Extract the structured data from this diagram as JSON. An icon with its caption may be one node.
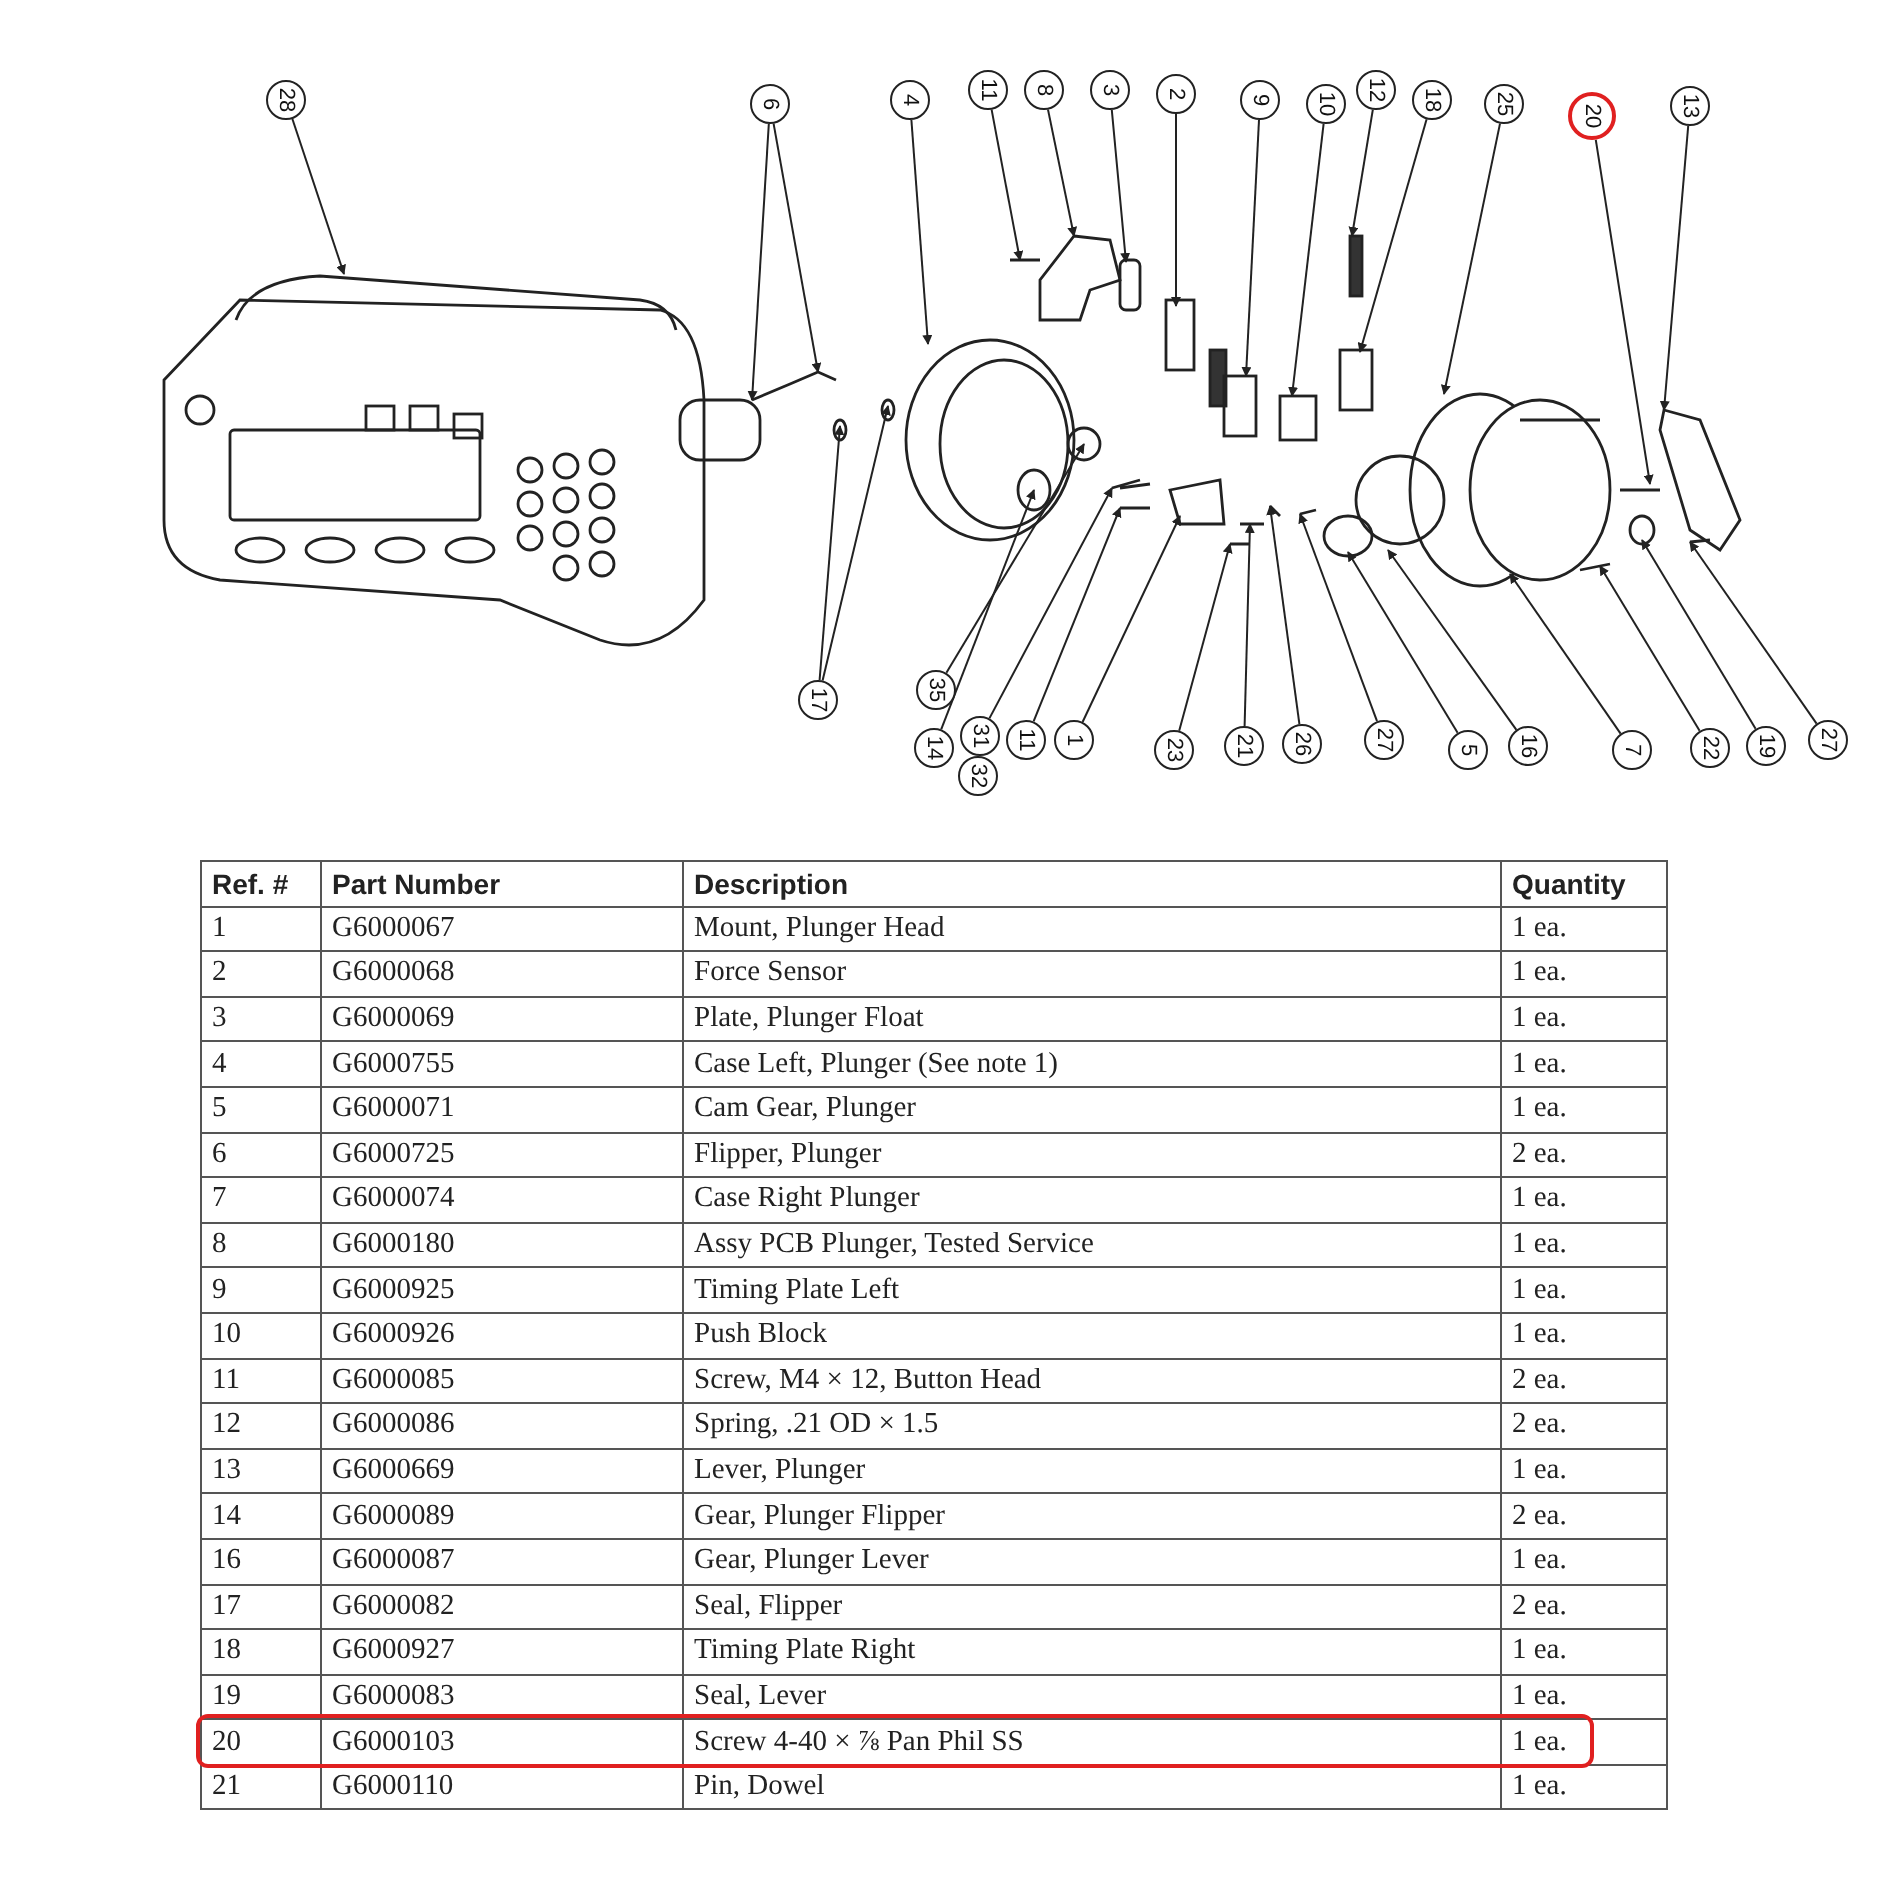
{
  "diagram": {
    "nodes": [
      {
        "text": [
          "28"
        ]
      },
      {
        "text": [
          "6"
        ]
      },
      {
        "text": [
          "4"
        ]
      },
      {
        "text": [
          "11"
        ]
      },
      {
        "text": [
          "8"
        ]
      },
      {
        "text": [
          "3"
        ]
      },
      {
        "text": [
          "2"
        ]
      },
      {
        "text": [
          "9"
        ]
      },
      {
        "text": [
          "10"
        ]
      },
      {
        "text": [
          "12"
        ]
      },
      {
        "text": [
          "18"
        ]
      },
      {
        "text": [
          "25"
        ]
      },
      {
        "text": [
          "20"
        ]
      },
      {
        "text": [
          "13"
        ]
      },
      {
        "text": [
          "17"
        ]
      },
      {
        "text": [
          "35"
        ]
      },
      {
        "text": [
          "14"
        ]
      },
      {
        "text": [
          "31"
        ]
      },
      {
        "text": [
          "32"
        ]
      },
      {
        "text": [
          "11"
        ]
      },
      {
        "text": [
          "1"
        ]
      },
      {
        "text": [
          "23"
        ]
      },
      {
        "text": [
          "21"
        ]
      },
      {
        "text": [
          "26"
        ]
      },
      {
        "text": [
          "27"
        ]
      },
      {
        "text": [
          "5"
        ]
      },
      {
        "text": [
          "16"
        ]
      },
      {
        "text": [
          "7"
        ]
      },
      {
        "text": [
          "22"
        ]
      },
      {
        "text": [
          "19"
        ]
      },
      {
        "text": [
          "27"
        ]
      }
    ],
    "edges": [
      {
        "from": 0,
        "to": null,
        "arrow": "to"
      },
      {
        "from": 1,
        "to": null,
        "arrow": "to"
      },
      {
        "from": 1,
        "to": null,
        "arrow": "to"
      },
      {
        "from": 2,
        "to": null,
        "arrow": "to"
      },
      {
        "from": 3,
        "to": null,
        "arrow": "to"
      },
      {
        "from": 4,
        "to": null,
        "arrow": "to"
      },
      {
        "from": 5,
        "to": null,
        "arrow": "to"
      },
      {
        "from": 6,
        "to": null,
        "arrow": "to"
      },
      {
        "from": 7,
        "to": null,
        "arrow": "to"
      },
      {
        "from": 8,
        "to": null,
        "arrow": "to"
      },
      {
        "from": 9,
        "to": null,
        "arrow": "to"
      },
      {
        "from": 10,
        "to": null,
        "arrow": "to"
      },
      {
        "from": 11,
        "to": null,
        "arrow": "to"
      },
      {
        "from": 12,
        "to": null,
        "arrow": "to"
      },
      {
        "from": 13,
        "to": null,
        "arrow": "to"
      },
      {
        "from": 14,
        "to": null,
        "arrow": "to"
      },
      {
        "from": 14,
        "to": null,
        "arrow": "to"
      },
      {
        "from": 15,
        "to": null,
        "arrow": "to"
      },
      {
        "from": 16,
        "to": null,
        "arrow": "to"
      },
      {
        "from": 17,
        "to": null,
        "arrow": "to"
      },
      {
        "from": 19,
        "to": null,
        "arrow": "to"
      },
      {
        "from": 20,
        "to": null,
        "arrow": "to"
      },
      {
        "from": 21,
        "to": null,
        "arrow": "to"
      },
      {
        "from": 22,
        "to": null,
        "arrow": "to"
      },
      {
        "from": 23,
        "to": null,
        "arrow": "to"
      },
      {
        "from": 24,
        "to": null,
        "arrow": "to"
      },
      {
        "from": 25,
        "to": null,
        "arrow": "to"
      },
      {
        "from": 26,
        "to": null,
        "arrow": "to"
      },
      {
        "from": 27,
        "to": null,
        "arrow": "to"
      },
      {
        "from": 28,
        "to": null,
        "arrow": "to"
      },
      {
        "from": 29,
        "to": null,
        "arrow": "to"
      },
      {
        "from": 30,
        "to": null,
        "arrow": "to"
      }
    ],
    "labels": [
      "Ref. #",
      "Part Number",
      "Description",
      "Quantity",
      "1",
      "G6000067",
      "Mount, Plunger Head",
      "1 ea.",
      "2",
      "G6000068",
      "Force Sensor",
      "1 ea.",
      "3",
      "G6000069",
      "Plate, Plunger Float",
      "1 ea.",
      "4",
      "G6000755",
      "Case Left, Plunger (See note 1)",
      "1 ea.",
      "5",
      "G6000071",
      "Cam Gear, Plunger",
      "1 ea.",
      "6",
      "G6000725",
      "Flipper, Plunger",
      "2 ea.",
      "7",
      "G6000074",
      "Case Right Plunger",
      "1 ea.",
      "8",
      "G6000180",
      "Assy PCB Plunger, Tested Service",
      "1 ea.",
      "9",
      "G6000925",
      "Timing Plate Left",
      "1 ea.",
      "10",
      "G6000926",
      "Push Block",
      "1 ea.",
      "11",
      "G6000085",
      "Screw, M4 × 12, Button Head",
      "2 ea.",
      "12",
      "G6000086",
      "Spring, .21 OD × 1.5",
      "2 ea.",
      "13",
      "G6000669",
      "Lever, Plunger",
      "1 ea.",
      "14",
      "G6000089",
      "Gear, Plunger Flipper",
      "2 ea.",
      "16",
      "G6000087",
      "Gear, Plunger Lever",
      "1 ea.",
      "17",
      "G6000082",
      "Seal, Flipper",
      "2 ea.",
      "18",
      "G6000927",
      "Timing Plate Right",
      "1 ea.",
      "19",
      "G6000083",
      "Seal, Lever",
      "1 ea.",
      "20",
      "G6000103",
      "Screw 4-40 × ⅞ Pan Phil SS",
      "1 ea.",
      "21",
      "G6000110",
      "Pin, Dowel",
      "1 ea."
    ]
  }
}
